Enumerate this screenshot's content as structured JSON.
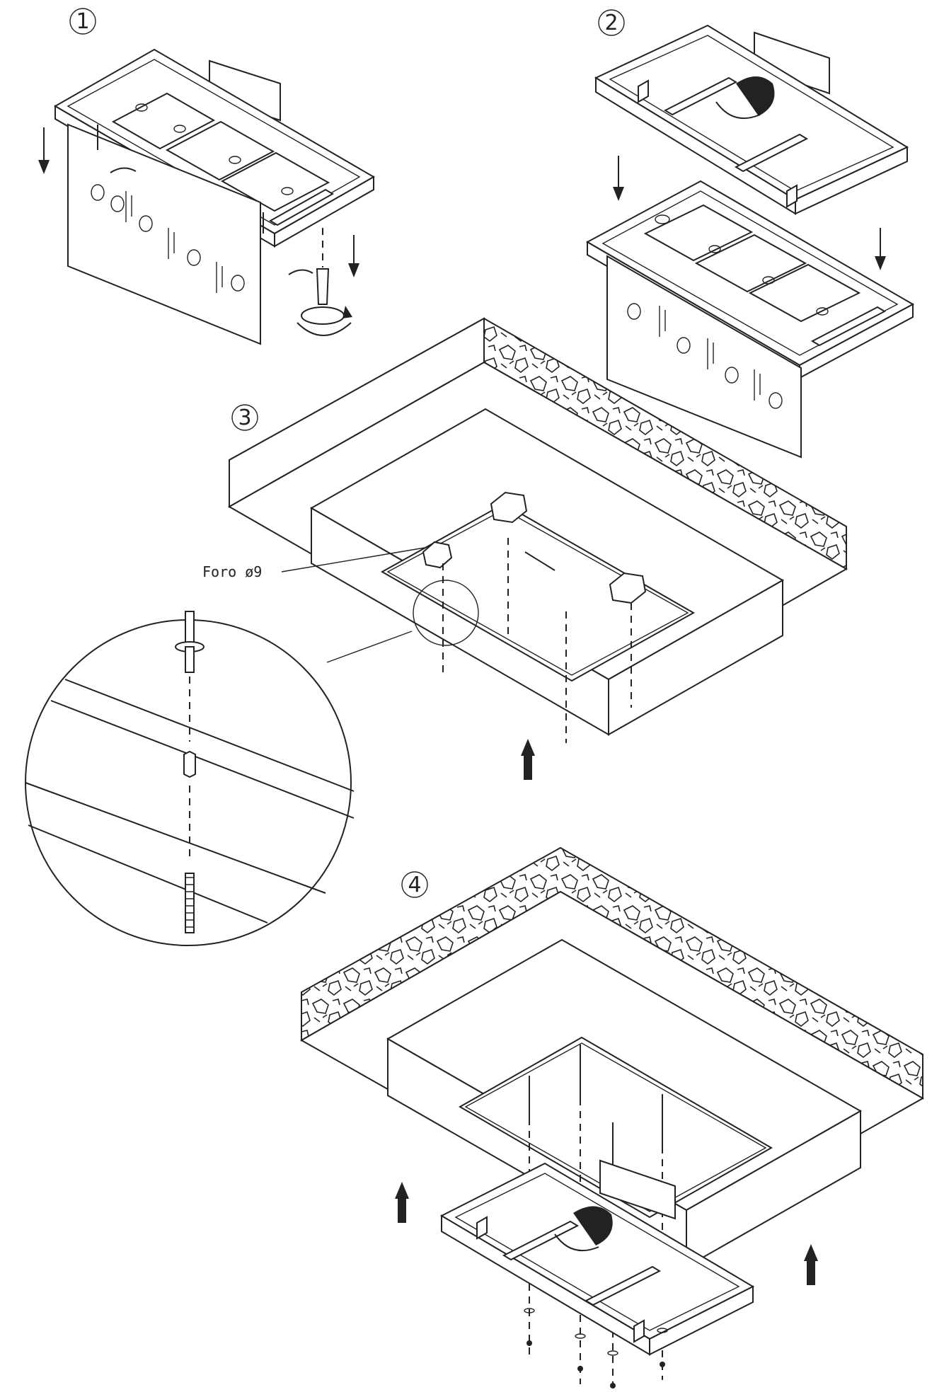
{
  "steps": [
    {
      "number": "1"
    },
    {
      "number": "2"
    },
    {
      "number": "3"
    },
    {
      "number": "4"
    }
  ],
  "annotations": {
    "hole_label": "Foro  ø9"
  },
  "colors": {
    "ink": "#222222",
    "background": "#ffffff"
  }
}
